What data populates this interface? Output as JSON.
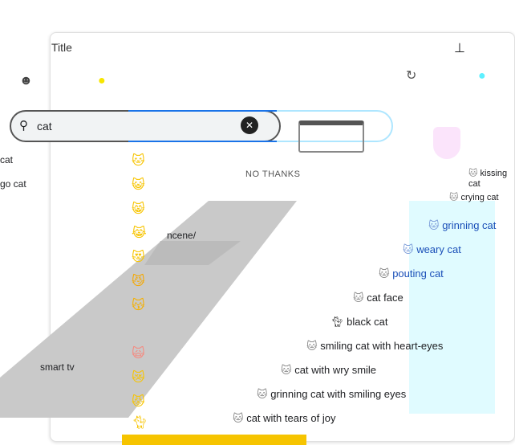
{
  "dialog": {
    "title": "Title",
    "pin_icon": "pin-icon"
  },
  "search": {
    "value": "cat",
    "clear_icon": "clear-icon",
    "search_icon": "search-icon"
  },
  "left_list": [
    {
      "label": "cat"
    },
    {
      "label": "go cat"
    },
    {
      "label": "ncene/"
    },
    {
      "label": "smart tv"
    }
  ],
  "promo": {
    "no_thanks": "NO THANKS"
  },
  "emoji_results": [
    {
      "label": "kissing cat"
    },
    {
      "label": "crying cat"
    },
    {
      "label": "grinning cat"
    },
    {
      "label": "weary cat"
    },
    {
      "label": "pouting cat"
    },
    {
      "label": "cat face"
    },
    {
      "label": "black cat"
    },
    {
      "label": "smiling cat with heart-eyes"
    },
    {
      "label": "cat with wry smile"
    },
    {
      "label": "grinning cat with smiling eyes"
    },
    {
      "label": "cat with tears of joy"
    }
  ],
  "colors": {
    "accent": "#1a73e8",
    "highlight": "#e0fbff",
    "emoji_yellow": "#f7c400"
  }
}
